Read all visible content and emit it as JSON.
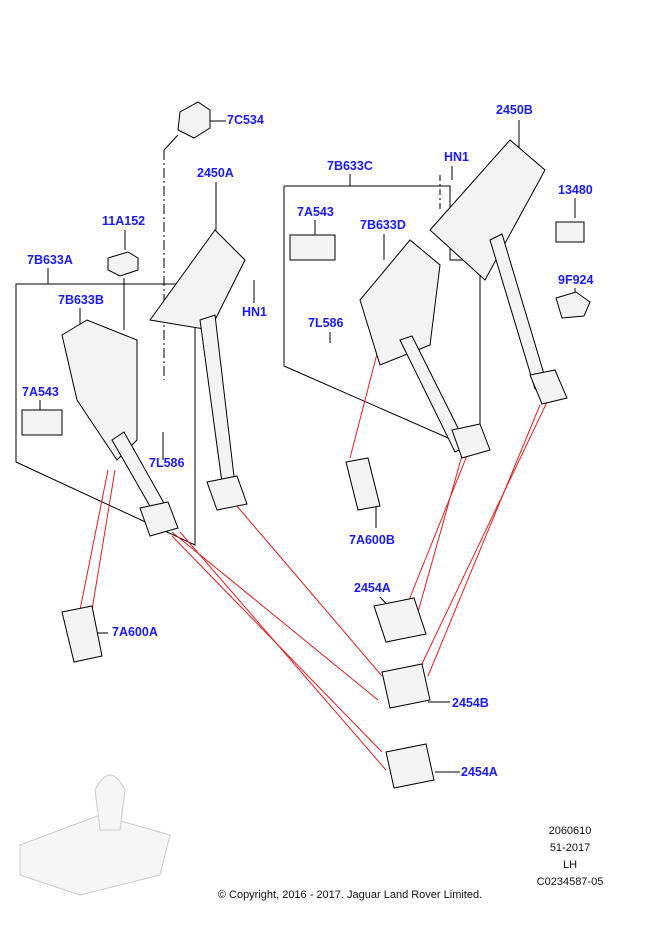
{
  "callouts": {
    "c7C534": "7C534",
    "c2450A": "2450A",
    "c11A152": "11A152",
    "c7B633A": "7B633A",
    "c7B633B": "7B633B",
    "c7A543_left": "7A543",
    "c7L586_left": "7L586",
    "cHN1_left": "HN1",
    "c7B633C": "7B633C",
    "cHN1_right": "HN1",
    "c2450B": "2450B",
    "c7A543_right": "7A543",
    "c7B633D": "7B633D",
    "c7L586_right": "7L586",
    "c13480": "13480",
    "c9F924": "9F924",
    "c7A600B": "7A600B",
    "c7A600A": "7A600A",
    "c2454A_top": "2454A",
    "c2454B": "2454B",
    "c2454A_bottom": "2454A"
  },
  "meta": {
    "code": "2060610",
    "date": "51-2017",
    "side": "LH",
    "ref": "C0234587-05"
  },
  "copyright": "© Copyright, 2016 - 2017. Jaguar Land Rover Limited.",
  "colors": {
    "callout": "#1a1aff",
    "leader_red": "#e02020",
    "line": "#000000"
  }
}
